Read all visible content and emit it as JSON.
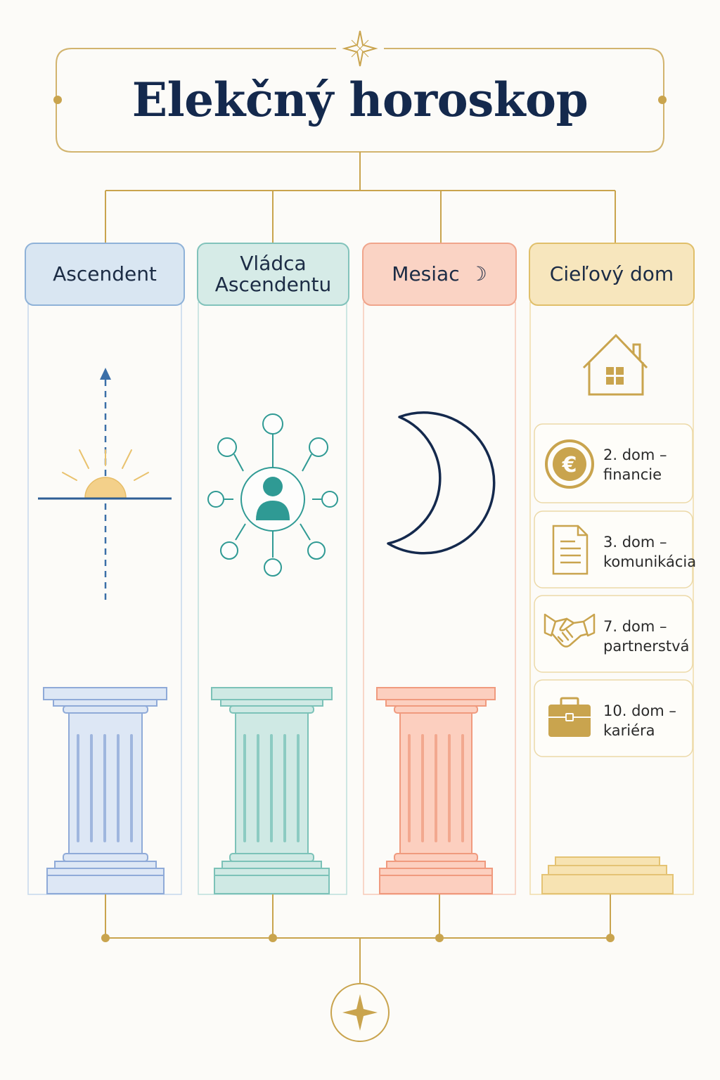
{
  "title": "Elekčný horoskop",
  "colors": {
    "gold": "#c9a44e",
    "navy": "#14294d",
    "blue": "#4a86c0",
    "teal": "#2f9a94",
    "salmon": "#ee9478",
    "sand": "#e4bd5f"
  },
  "columns": [
    {
      "label": "Ascendent",
      "icon": "sunrise-horizon-icon"
    },
    {
      "label_line1": "Vládca",
      "label_line2": "Ascendentu",
      "icon": "ruler-network-icon"
    },
    {
      "label": "Mesiac",
      "label_glyph": "☽",
      "icon": "crescent-moon-icon"
    },
    {
      "label": "Cieľový dom",
      "icon": "house-icon"
    }
  ],
  "houses": [
    {
      "line1": "2. dom –",
      "line2": "financie",
      "icon": "euro-coin-icon"
    },
    {
      "line1": "3. dom –",
      "line2": "komunikácia",
      "icon": "document-icon"
    },
    {
      "line1": "7. dom –",
      "line2": "partnerstvá",
      "icon": "handshake-icon"
    },
    {
      "line1": "10. dom –",
      "line2": "kariéra",
      "icon": "briefcase-icon"
    }
  ]
}
